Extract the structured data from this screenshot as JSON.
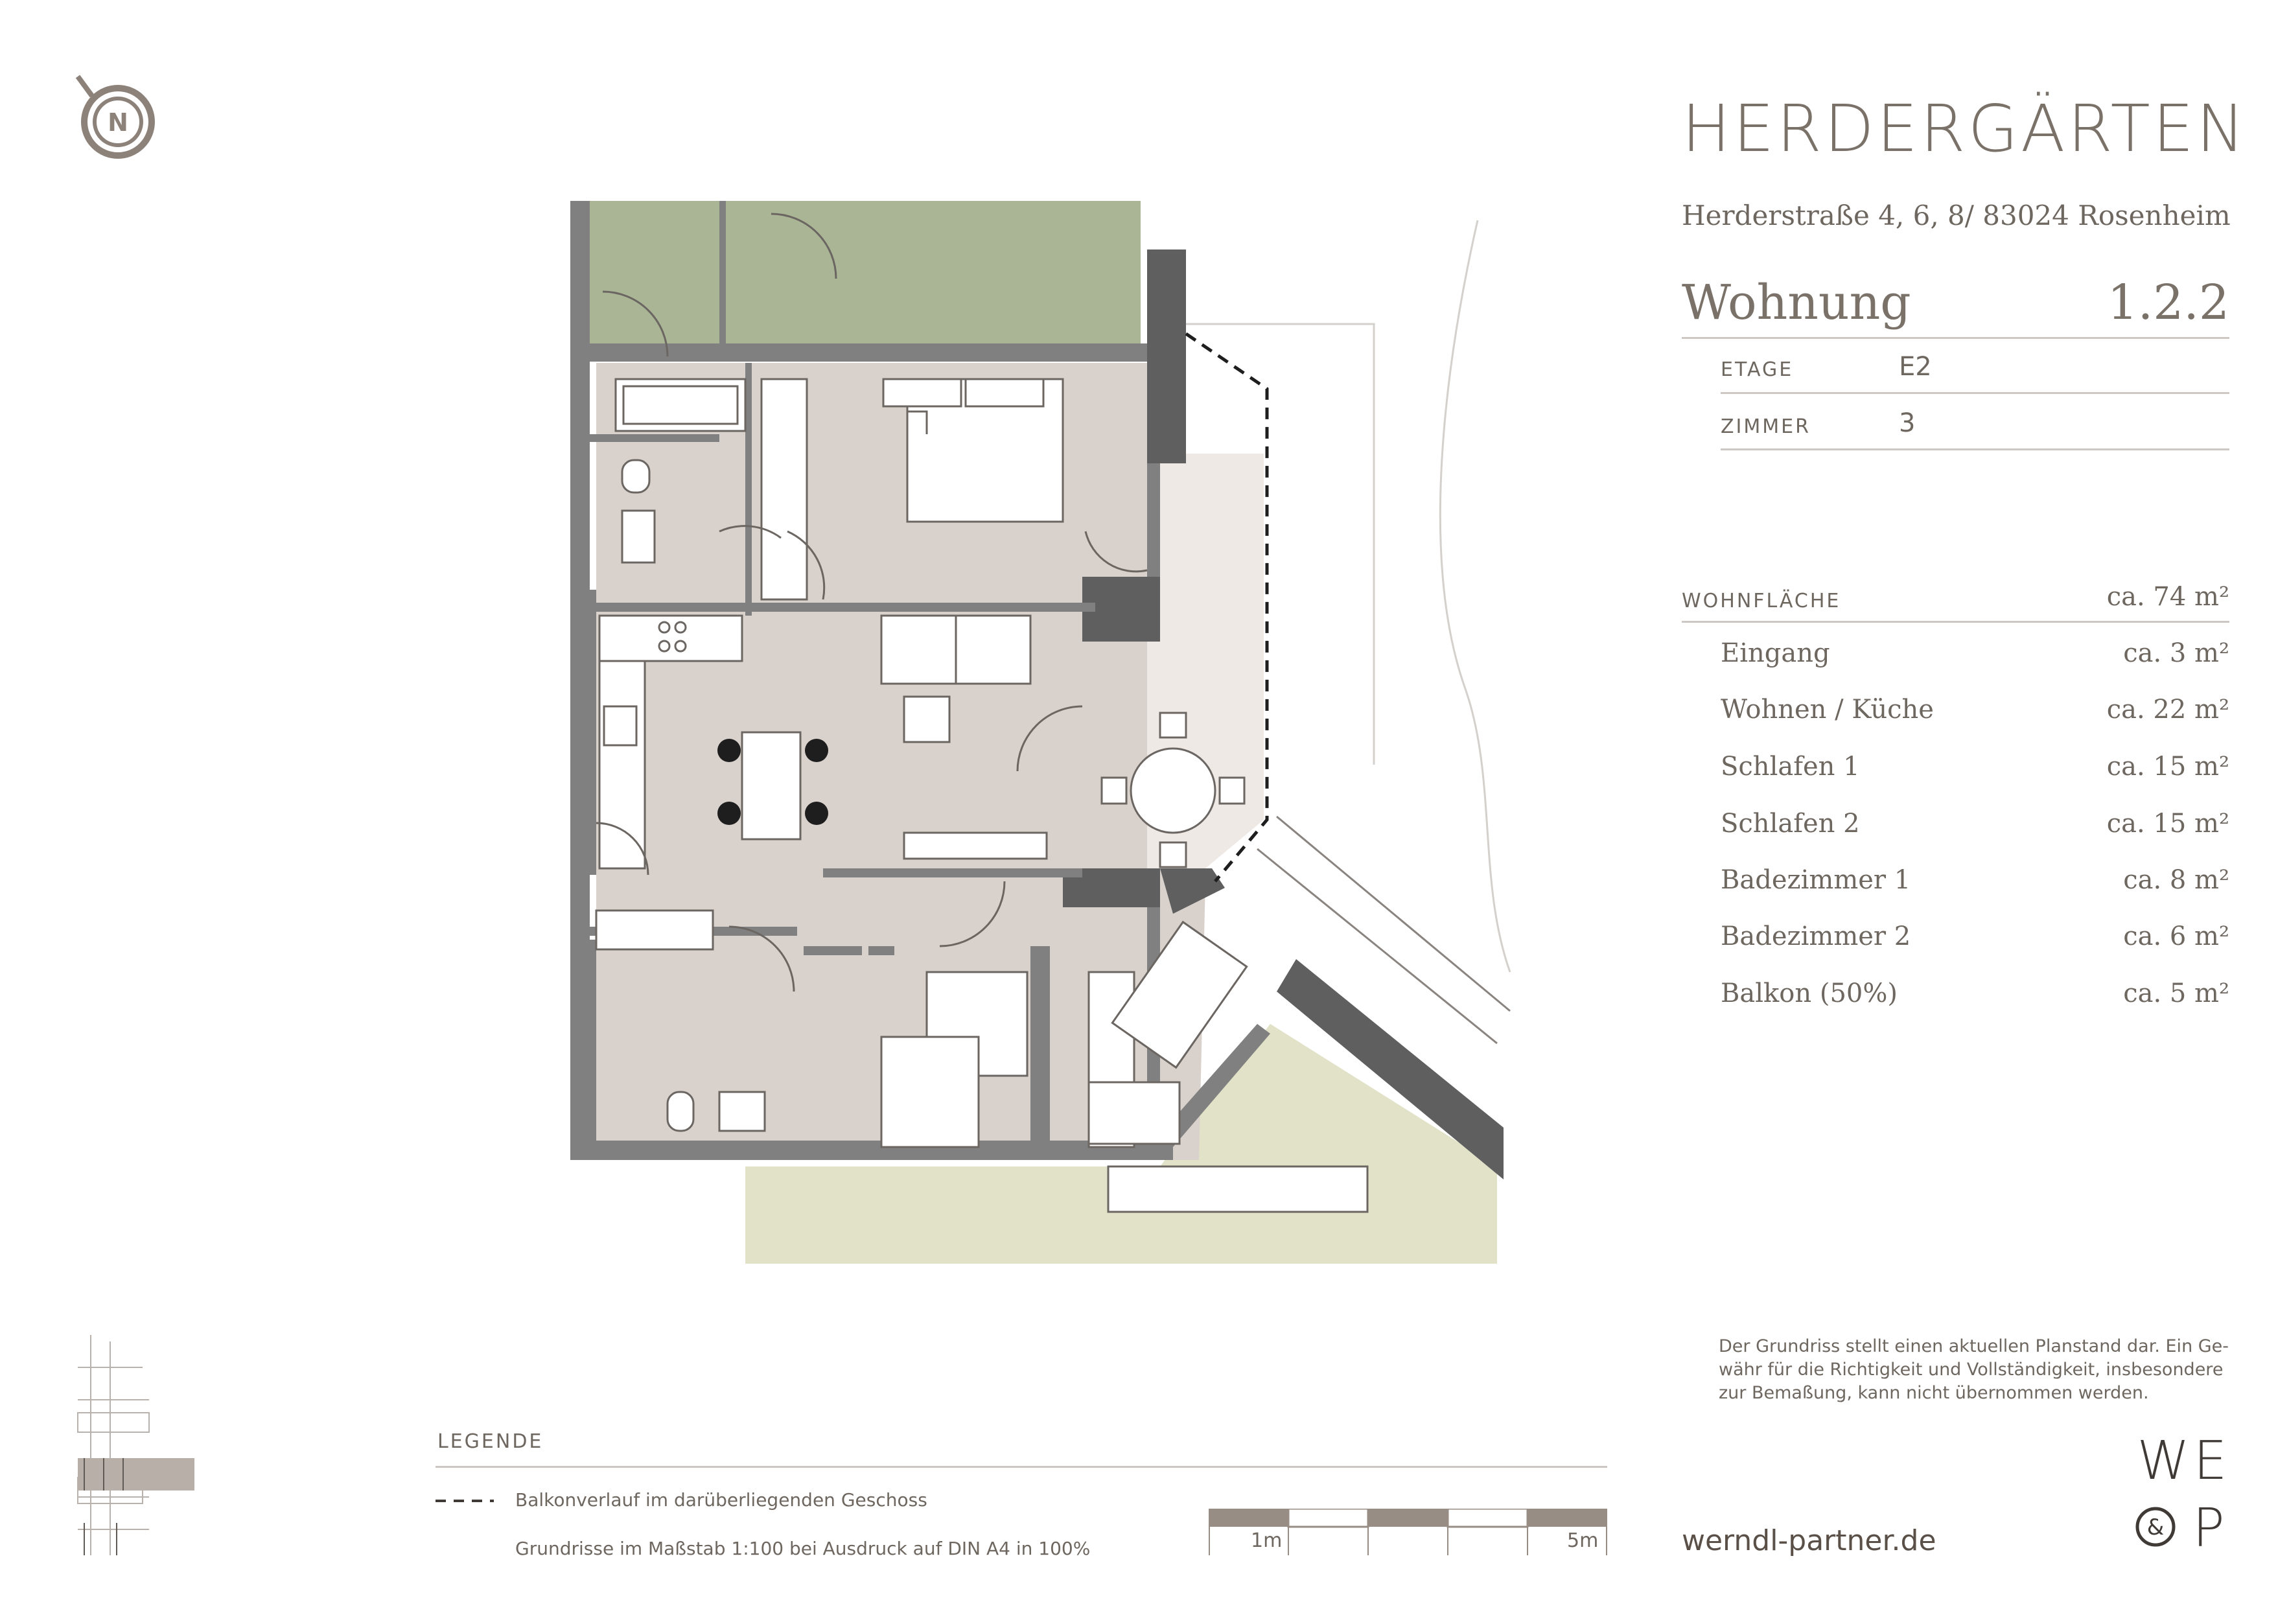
{
  "compass": {
    "letter": "N"
  },
  "header": {
    "brand": "HERDERGÄRTEN",
    "address": "Herderstraße 4, 6, 8/ 83024 Rosenheim",
    "unit_label": "Wohnung",
    "unit_number": "1.2.2"
  },
  "meta": [
    {
      "label": "ETAGE",
      "value": "E2"
    },
    {
      "label": "ZIMMER",
      "value": "3"
    }
  ],
  "area": {
    "label": "WOHNFLÄCHE",
    "total": "ca. 74 m²",
    "rooms": [
      {
        "name": "Eingang",
        "size": "ca. 3 m²"
      },
      {
        "name": "Wohnen / Küche",
        "size": "ca. 22 m²"
      },
      {
        "name": "Schlafen 1",
        "size": "ca. 15 m²"
      },
      {
        "name": "Schlafen 2",
        "size": "ca. 15 m²"
      },
      {
        "name": "Badezimmer 1",
        "size": "ca. 8 m²"
      },
      {
        "name": "Badezimmer 2",
        "size": "ca. 6 m²"
      },
      {
        "name": "Balkon (50%)",
        "size": "ca. 5 m²"
      }
    ]
  },
  "disclaimer": "Der Grundriss stellt einen aktuellen Planstand dar. Ein Gewähr für die Richtigkeit und Vollständigkeit, insbesondere zur Bemaßung, kann nicht übernommen werden.",
  "disclaimer_lines": [
    "Der Grundriss stellt einen aktuellen Planstand dar. Ein Ge-",
    "währ für die Richtigkeit und Vollständigkeit, insbesondere",
    "zur Bemaßung, kann nicht übernommen werden."
  ],
  "legend": {
    "title": "LEGENDE",
    "balcony_note": "Balkonverlauf im darüberliegenden Geschoss",
    "scale_note": "Grundrisse im Maßstab 1:100 bei Ausdruck auf DIN A4 in 100%",
    "scale_start": "1m",
    "scale_end": "5m"
  },
  "logo": {
    "top": "WE",
    "bottom_left": "&",
    "bottom_right": "P"
  },
  "website": "werndl-partner.de",
  "colors": {
    "text": "#6e6760",
    "wall": "#808080",
    "wall_dark": "#5f5f5f",
    "floor": "#d9d1cb",
    "floor_balcony": "#efe9e6",
    "green_top": "#a9b595",
    "green_bottom": "#e1e2c8",
    "scale_dark": "#978d84"
  }
}
